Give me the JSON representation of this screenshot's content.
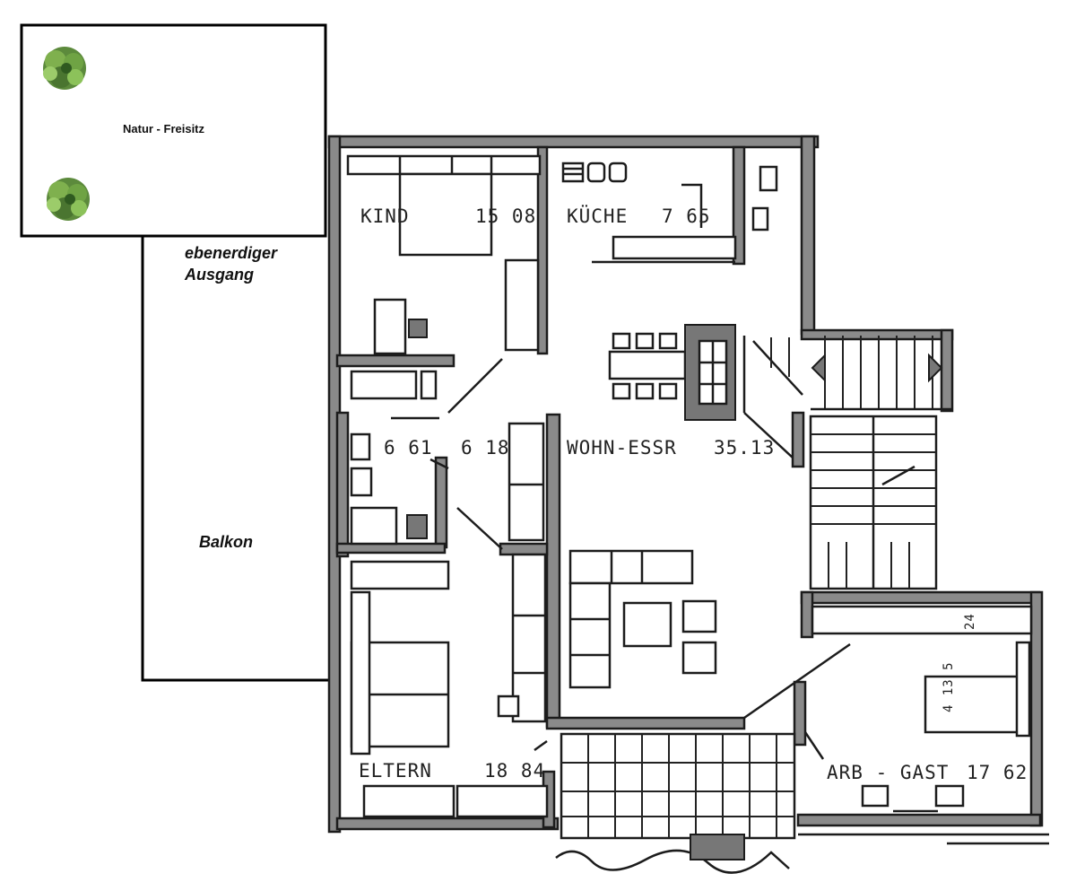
{
  "outdoor": {
    "garden_label": "Natur - Freisitz",
    "exit_label_line1": "ebenerdiger",
    "exit_label_line2": "Ausgang",
    "balcony_label": "Balkon",
    "tree_icon": "tree-icon"
  },
  "rooms": {
    "kind": {
      "name": "KIND",
      "area": "15 08"
    },
    "kueche": {
      "name": "KÜCHE",
      "area": "7 65"
    },
    "bad": {
      "area": "6 61"
    },
    "flur": {
      "area": "6 18"
    },
    "wohn": {
      "name": "WOHN-ESSR",
      "area": "35.13"
    },
    "eltern": {
      "name": "ELTERN",
      "area": "18 84"
    },
    "arb": {
      "name": "ARB - GAST",
      "area": "17 62"
    },
    "dim_24": "24",
    "dim_4135": "4 13 5"
  }
}
